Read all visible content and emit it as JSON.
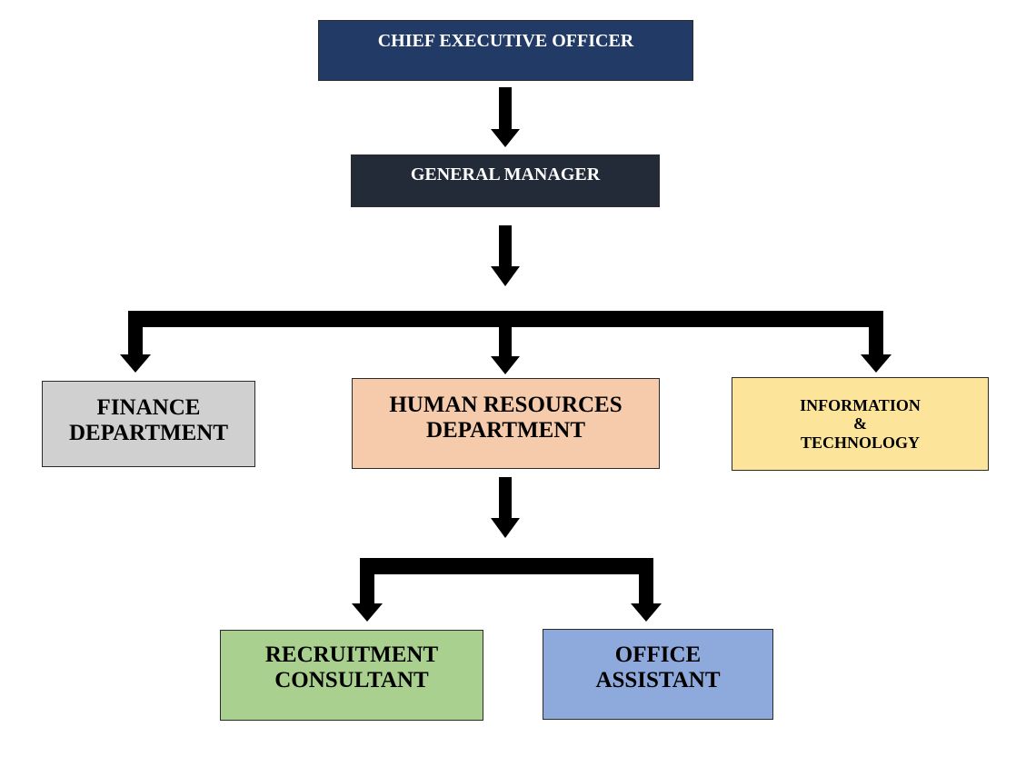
{
  "diagram": {
    "nodes": {
      "ceo": {
        "lines": [
          "CHIEF EXECUTIVE OFFICER"
        ],
        "fill": "#223A66",
        "text_color": "#FFFFFF"
      },
      "gm": {
        "lines": [
          "GENERAL MANAGER"
        ],
        "fill": "#232B38",
        "text_color": "#FFFFFF"
      },
      "finance": {
        "lines": [
          "FINANCE",
          "DEPARTMENT"
        ],
        "fill": "#D0D0D0",
        "text_color": "#000000"
      },
      "hr": {
        "lines": [
          "HUMAN RESOURCES",
          "DEPARTMENT"
        ],
        "fill": "#F6CBAC",
        "text_color": "#000000"
      },
      "it": {
        "lines": [
          "INFORMATION",
          "&",
          "TECHNOLOGY"
        ],
        "fill": "#FCE49A",
        "text_color": "#000000"
      },
      "rc": {
        "lines": [
          "RECRUITMENT",
          "CONSULTANT"
        ],
        "fill": "#A9D08E",
        "text_color": "#000000"
      },
      "oa": {
        "lines": [
          "OFFICE",
          "ASSISTANT"
        ],
        "fill": "#8EA9DB",
        "text_color": "#000000"
      }
    },
    "edges": [
      {
        "from": "ceo",
        "to": "gm"
      },
      {
        "from": "gm",
        "to": "finance"
      },
      {
        "from": "gm",
        "to": "hr"
      },
      {
        "from": "gm",
        "to": "it"
      },
      {
        "from": "hr",
        "to": "rc"
      },
      {
        "from": "hr",
        "to": "oa"
      }
    ],
    "connector_color": "#000000"
  }
}
